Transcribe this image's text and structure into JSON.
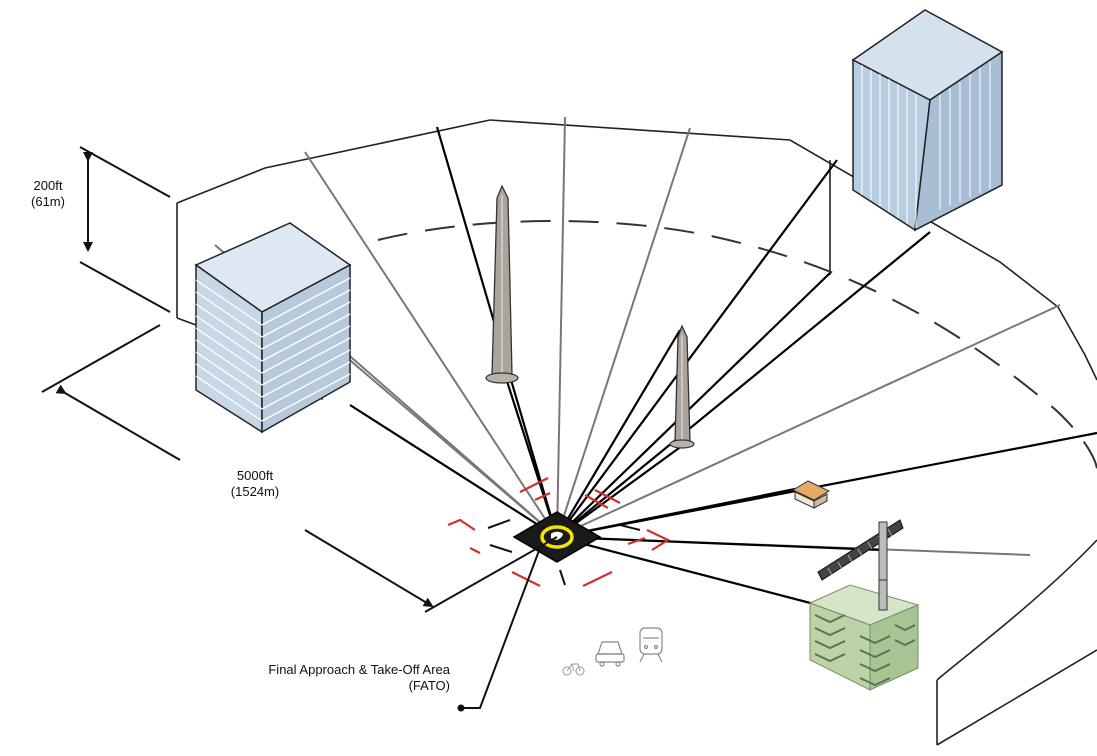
{
  "dimensions": {
    "height_ft": "200ft",
    "height_m": "(61m)",
    "radius_ft": "5000ft",
    "radius_m": "(1524m)"
  },
  "fato": {
    "line1": "Final Approach & Take-Off Area",
    "line2": "(FATO)"
  },
  "colors": {
    "outline": "#222222",
    "ray_black": "#000000",
    "ray_gray": "#777777",
    "marker_red": "#d0312d",
    "pad_yellow": "#f2e600",
    "building_blue": "#b9cde0",
    "tower_gray": "#a9a39b",
    "green_building": "#bcd3a8",
    "house_orange": "#d9924a"
  }
}
